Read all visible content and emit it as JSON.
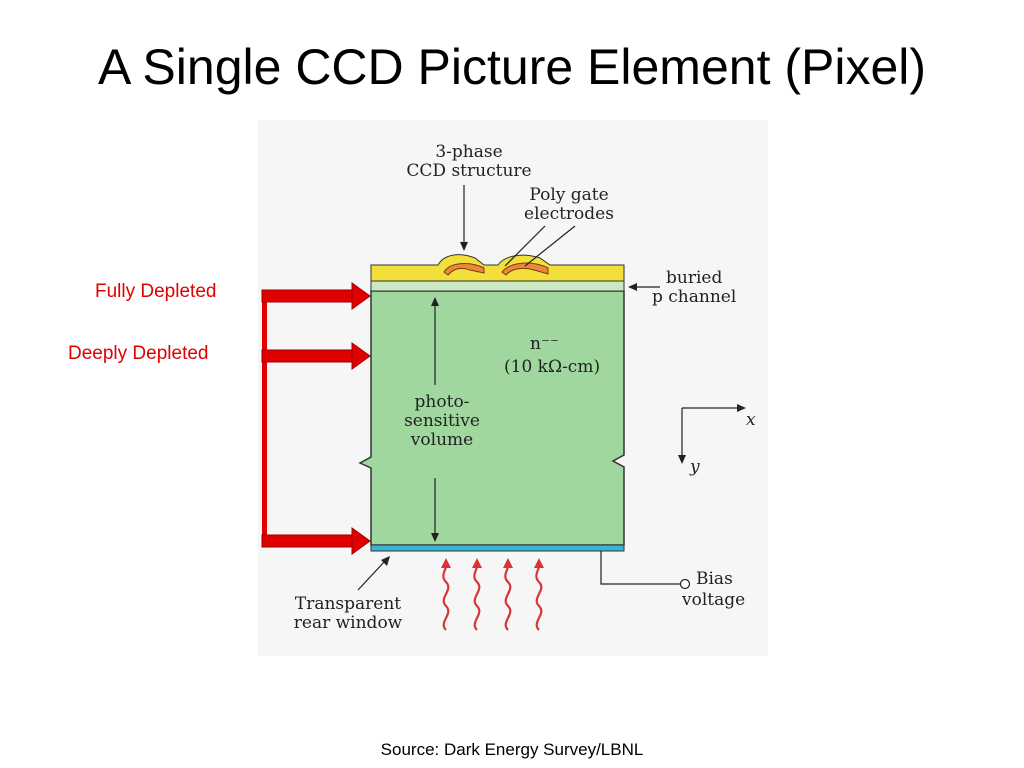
{
  "title": "A Single CCD Picture Element (Pixel)",
  "annotations": {
    "fully_depleted": "Fully Depleted",
    "deeply_depleted": "Deeply Depleted"
  },
  "diagram": {
    "ccd_structure_1": "3-phase",
    "ccd_structure_2": "CCD structure",
    "poly_gate_1": "Poly gate",
    "poly_gate_2": "electrodes",
    "buried_1": "buried",
    "buried_2": "p channel",
    "doping": "n⁻⁻",
    "resistivity": "(10 kΩ-cm)",
    "photo_1": "photo-",
    "photo_2": "sensitive",
    "photo_3": "volume",
    "axis_x": "x",
    "axis_y": "y",
    "window_1": "Transparent",
    "window_2": "rear window",
    "bias_1": "Bias",
    "bias_2": "voltage"
  },
  "source": "Source: Dark Energy Survey/LBNL",
  "colors": {
    "accent_red": "#e00000",
    "silicon_green": "#9fd79f",
    "gate_yellow": "#f2df3a",
    "window_blue": "#38b4d8"
  }
}
